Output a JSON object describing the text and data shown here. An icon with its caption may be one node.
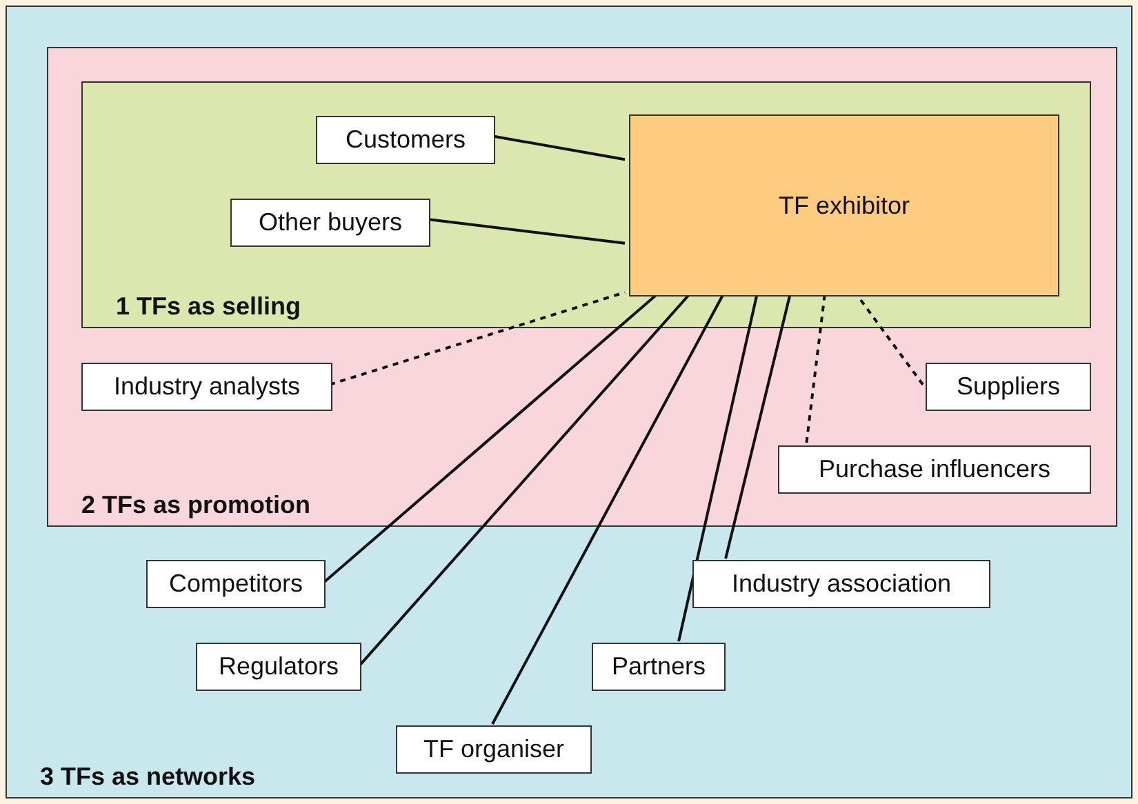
{
  "diagram": {
    "nodes": [
      {
        "text": [
          "3 TFs as networks"
        ]
      },
      {
        "text": [
          "2 TFs as promotion"
        ],
        "in": 0
      },
      {
        "text": [
          "1 TFs as selling"
        ],
        "in": 1
      },
      {
        "text": [
          "TF exhibitor"
        ],
        "in": 2
      },
      {
        "text": [
          "Customers"
        ],
        "in": 2
      },
      {
        "text": [
          "Other buyers"
        ],
        "in": 2
      },
      {
        "text": [
          "Industry analysts"
        ],
        "in": 1
      },
      {
        "text": [
          "Suppliers"
        ],
        "in": 1
      },
      {
        "text": [
          "Purchase influencers"
        ],
        "in": 1
      },
      {
        "text": [
          "Competitors"
        ],
        "in": 0
      },
      {
        "text": [
          "Regulators"
        ],
        "in": 0
      },
      {
        "text": [
          "TF organiser"
        ],
        "in": 0
      },
      {
        "text": [
          "Partners"
        ],
        "in": 0
      },
      {
        "text": [
          "Industry association"
        ],
        "in": 0
      }
    ],
    "edges": [
      {
        "from": 4,
        "to": 3,
        "arrow": "none"
      },
      {
        "from": 5,
        "to": 3,
        "arrow": "none"
      },
      {
        "from": 6,
        "to": 3,
        "arrow": "none",
        "style": "dashed"
      },
      {
        "from": 7,
        "to": 3,
        "arrow": "none",
        "style": "dashed"
      },
      {
        "from": 8,
        "to": 3,
        "arrow": "none",
        "style": "dashed"
      },
      {
        "from": 9,
        "to": 3,
        "arrow": "none"
      },
      {
        "from": 10,
        "to": 3,
        "arrow": "none"
      },
      {
        "from": 11,
        "to": 3,
        "arrow": "none"
      },
      {
        "from": 12,
        "to": 3,
        "arrow": "none"
      },
      {
        "from": 13,
        "to": 3,
        "arrow": "none"
      }
    ]
  }
}
